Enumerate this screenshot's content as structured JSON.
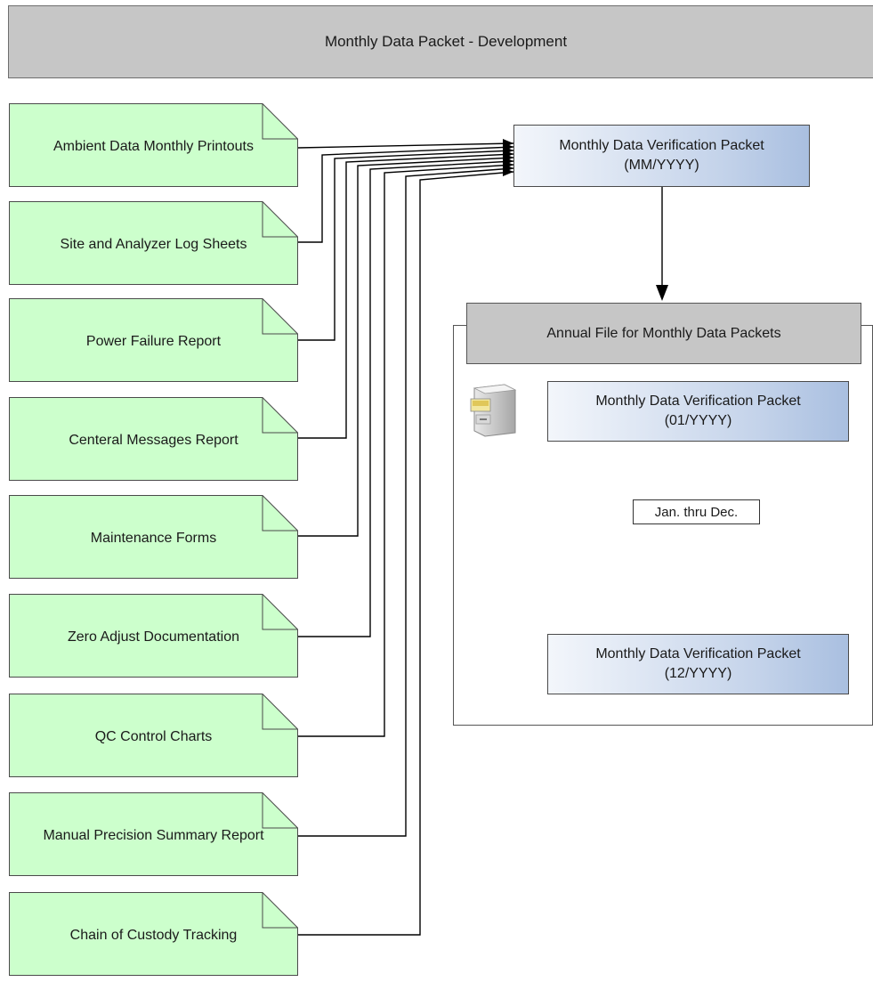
{
  "header": {
    "title": "Monthly Data Packet - Development"
  },
  "documents": [
    "Ambient Data Monthly Printouts",
    "Site and Analyzer Log Sheets",
    "Power Failure Report",
    "Centeral Messages Report",
    "Maintenance Forms",
    "Zero Adjust Documentation",
    "QC Control Charts",
    "Manual Precision Summary Report",
    "Chain of Custody Tracking"
  ],
  "packet_main": {
    "line1": "Monthly Data Verification Packet",
    "line2": "(MM/YYYY)"
  },
  "annual": {
    "title": "Annual File for Monthly Data Packets",
    "packet_first": {
      "line1": "Monthly Data Verification Packet",
      "line2": "(01/YYYY)"
    },
    "connector_label": "Jan. thru Dec.",
    "packet_last": {
      "line1": "Monthly Data Verification Packet",
      "line2": "(12/YYYY)"
    }
  },
  "icons": {
    "file_cabinet": "file-cabinet-icon"
  },
  "colors": {
    "document_fill": "#ccffcc",
    "header_fill": "#c6c6c6",
    "packet_gradient_end": "#a9bfe0"
  }
}
